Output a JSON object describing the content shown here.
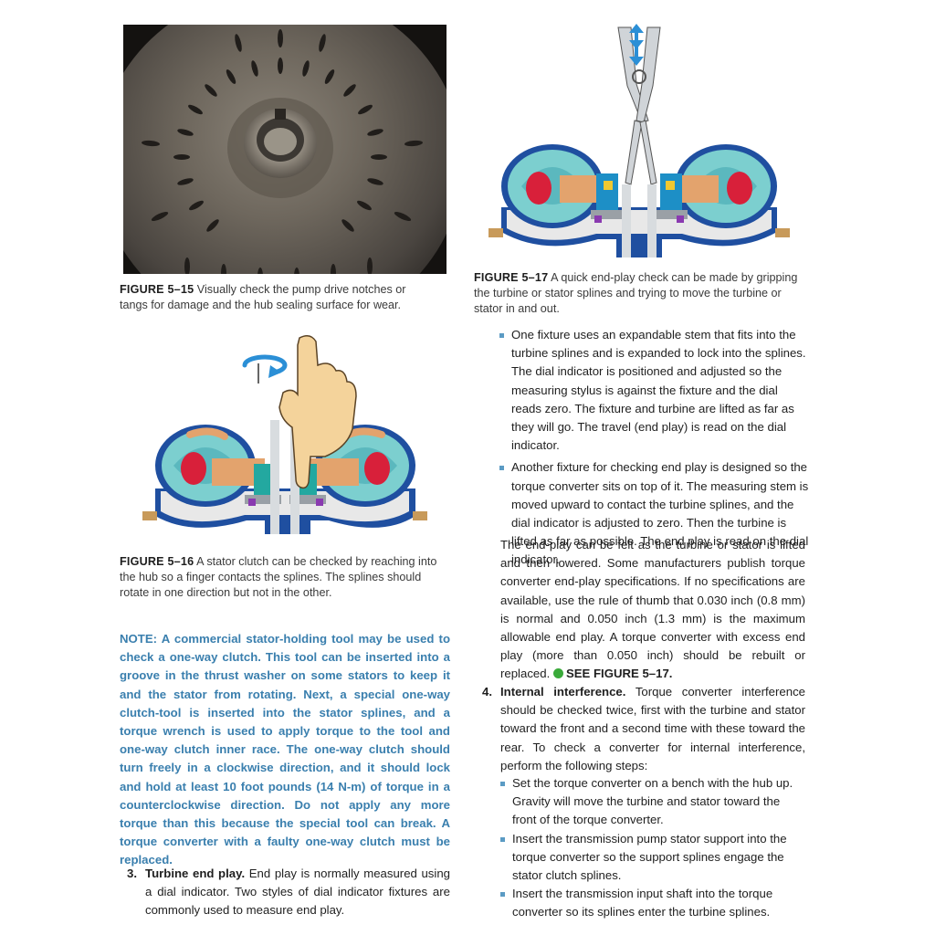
{
  "figures": {
    "fig15": {
      "label": "FIGURE 5–15",
      "text": "Visually check the pump drive notches or tangs for damage and the hub sealing surface for wear."
    },
    "fig16": {
      "label": "FIGURE 5–16",
      "text": "A stator clutch can be checked by reaching into the hub so a finger contacts the splines. The splines should rotate in one direction but not in the other."
    },
    "fig17": {
      "label": "FIGURE 5–17",
      "text": "A quick end-play check can be made by gripping the turbine or stator splines and trying to move the turbine or stator in and out."
    }
  },
  "note": "NOTE: A commercial stator-holding tool may be used to check a one-way clutch. This tool can be inserted into a groove in the thrust washer on some stators to keep it and the stator from rotating. Next, a special one-way clutch-tool is inserted into the stator splines, and a torque wrench is used to apply torque to the tool and one-way clutch inner race. The one-way clutch should turn freely in a clockwise direction, and it should lock and hold at least 10 foot pounds (14 N-m) of torque in a counterclockwise direction. Do not apply any more torque than this because the special tool can break. A torque converter with a faulty one-way clutch must be replaced.",
  "item3": {
    "number": "3.",
    "title": "Turbine end play.",
    "text": "End play is normally measured using a dial indicator. Two styles of dial indicator fixtures are commonly used to measure end play."
  },
  "bullets_endplay": [
    "One fixture uses an expandable stem that fits into the turbine splines and is expanded to lock into the splines. The dial indicator is positioned and adjusted so the measuring stylus is against the fixture and the dial reads zero. The fixture and turbine are lifted as far as they will go. The travel (end play) is read on the dial indicator.",
    "Another fixture for checking end play is designed so the torque converter sits on top of it. The measuring stem is moved upward to contact the turbine splines, and the dial indicator is adjusted to zero. Then the turbine is lifted as far as possible. The end play is read on the dial indicator."
  ],
  "endplay_para": "The end-play can be felt as the turbine or stator is lifted and then lowered. Some manufacturers publish torque converter end-play specifications. If no specifications are available, use the rule of thumb that 0.030 inch (0.8 mm) is normal and 0.050 inch (1.3 mm) is the maximum allowable end play. A torque converter with excess end play (more than 0.050 inch) should be rebuilt or replaced.",
  "see_ref": "SEE FIGURE 5–17.",
  "item4": {
    "number": "4.",
    "title": "Internal interference.",
    "text": "Torque converter interference should be checked twice, first with the turbine and stator toward the front and a second time with these toward the rear. To check a converter for internal interference, perform the following steps:"
  },
  "bullets_interference": [
    "Set the torque converter on a bench with the hub up. Gravity will move the turbine and stator toward the front of the torque converter.",
    "Insert the transmission pump stator support into the torque converter so the support splines engage the stator clutch splines.",
    "Insert the transmission input shaft into the torque converter so its splines enter the turbine splines."
  ],
  "colors": {
    "note": "#3a7fae",
    "bullet": "#5b9bc4",
    "see_dot": "#3aaa3a"
  }
}
